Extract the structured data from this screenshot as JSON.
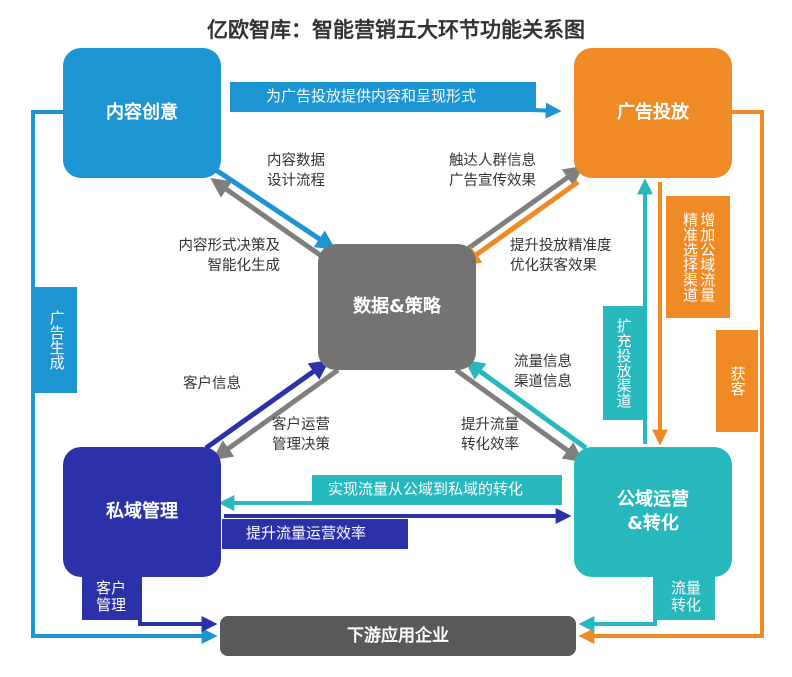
{
  "title": "亿欧智库：智能营销五大环节功能关系图",
  "nodes": {
    "content": "内容创意",
    "ads": "广告投放",
    "data": "数据&策略",
    "private": "私域管理",
    "public": "公域运营\n&转化",
    "downstream": "下游应用企业"
  },
  "bands": {
    "content_to_ads": "为广告投放提供内容和呈现形式",
    "public_to_private": "实现流量从公域到私域的转化",
    "private_to_public": "提升流量运营效率"
  },
  "side_boxes": {
    "ad_generation": "广告生成",
    "precise_channel": "精准选择渠道",
    "add_public_traffic": "增加公域流量",
    "expand_channel": "扩充投放渠道",
    "acquire_customers": "获客",
    "customer_mgmt": "客户\n管理",
    "traffic_conversion": "流量\n转化"
  },
  "labels": {
    "content_data": "内容数据\n设计流程",
    "content_decision": "内容形式决策及\n智能化生成",
    "reach_people": "触达人群信息\n广告宣传效果",
    "improve_precision": "提升投放精准度\n优化获客效果",
    "customer_info": "客户信息",
    "customer_ops": "客户运营\n管理决策",
    "traffic_info": "流量信息\n渠道信息",
    "improve_traffic": "提升流量\n转化效率"
  },
  "colors": {
    "content": "#1e95d3",
    "ads": "#f08a24",
    "data": "#737373",
    "private": "#2b31a8",
    "public": "#26b8bd",
    "downstream": "#595959"
  }
}
